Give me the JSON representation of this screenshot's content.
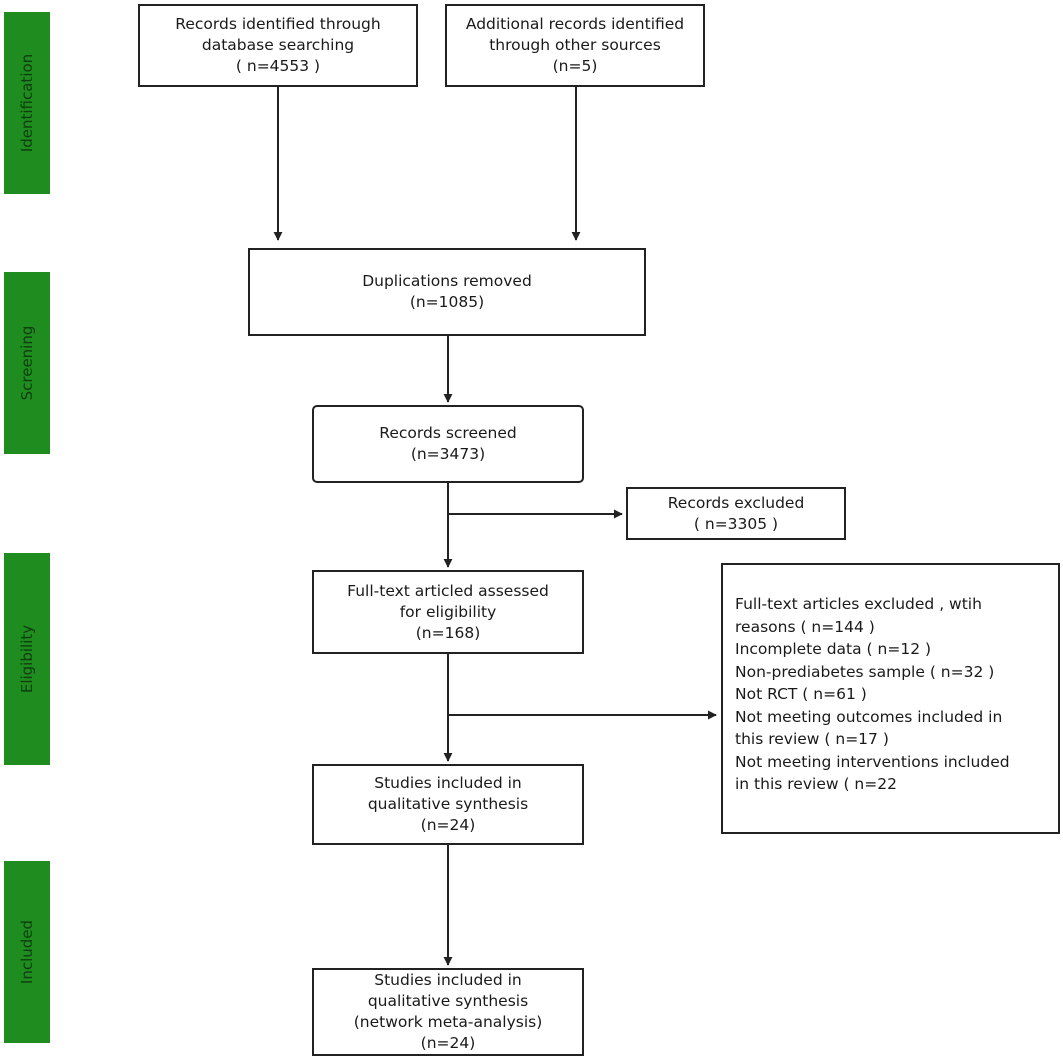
{
  "stages": [
    {
      "id": "identification",
      "label": "Identification"
    },
    {
      "id": "screening",
      "label": "Screening"
    },
    {
      "id": "eligibility",
      "label": "Eligibility"
    },
    {
      "id": "included",
      "label": "Included"
    }
  ],
  "boxes": {
    "database": [
      "Records identified through",
      "database searching",
      "( n=4553 )"
    ],
    "other_sources": [
      "Additional records identified",
      "through other sources",
      "(n=5)"
    ],
    "duplicates": [
      "Duplications removed",
      "(n=1085)"
    ],
    "screened": [
      "Records screened",
      "(n=3473)"
    ],
    "records_excluded": [
      "Records excluded",
      "( n=3305 )"
    ],
    "fulltext": [
      "Full-text articled assessed",
      "for eligibility",
      "(n=168)"
    ],
    "fulltext_excluded": [
      "Full-text articles excluded , wtih",
      "reasons ( n=144 )",
      "Incomplete data ( n=12 )",
      "Non-prediabetes sample ( n=32 )",
      "Not RCT ( n=61 )",
      "Not meeting outcomes included in",
      "this review ( n=17 )",
      "Not meeting interventions included",
      "in this review ( n=22"
    ],
    "qualitative": [
      "Studies included in",
      "qualitative synthesis",
      "(n=24)"
    ],
    "network": [
      "Studies included in",
      "qualitative synthesis",
      "(network meta-analysis)",
      "(n=24)"
    ]
  },
  "colors": {
    "stage_bar": "#1e8c1e",
    "stage_text": "#0f3d0f",
    "line": "#222222"
  }
}
